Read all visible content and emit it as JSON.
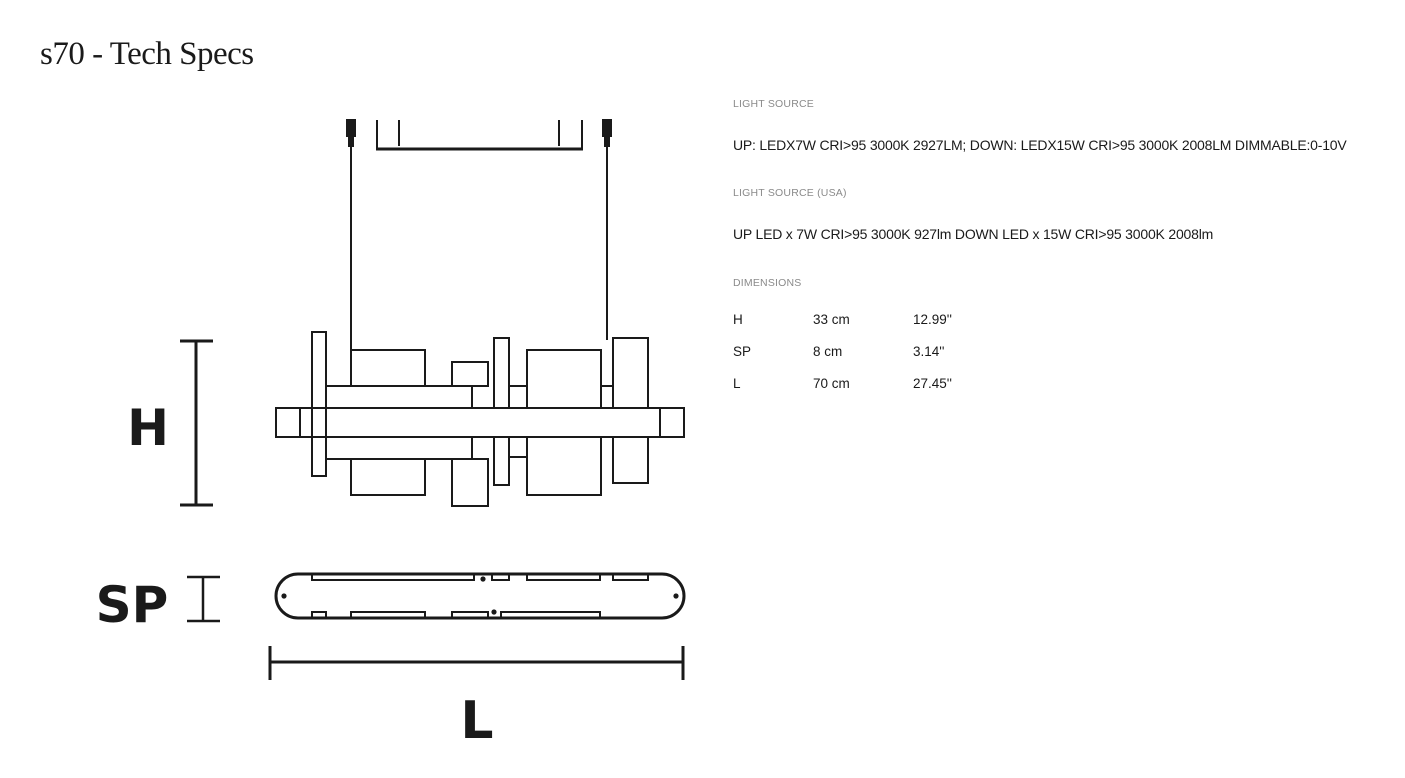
{
  "page": {
    "title": "s70 - Tech Specs"
  },
  "drawing": {
    "labels": {
      "h": "H",
      "sp": "SP",
      "l": "L"
    }
  },
  "specs": {
    "light_source": {
      "label": "LIGHT SOURCE",
      "value": "UP: LEDX7W CRI>95 3000K 2927LM; DOWN: LEDX15W CRI>95 3000K 2008LM DIMMABLE:0-10V"
    },
    "light_source_usa": {
      "label": "LIGHT SOURCE (USA)",
      "value": "UP LED x 7W CRI>95 3000K 927lm DOWN LED x 15W CRI>95 3000K 2008lm"
    },
    "dimensions": {
      "label": "DIMENSIONS",
      "rows": [
        {
          "name": "H",
          "metric": "33 cm",
          "imperial": "12.99''"
        },
        {
          "name": "SP",
          "metric": "8 cm",
          "imperial": "3.14''"
        },
        {
          "name": "L",
          "metric": "70 cm",
          "imperial": "27.45''"
        }
      ]
    }
  },
  "colors": {
    "line": "#1a1a1a",
    "label_gray": "#8a8a8a"
  }
}
